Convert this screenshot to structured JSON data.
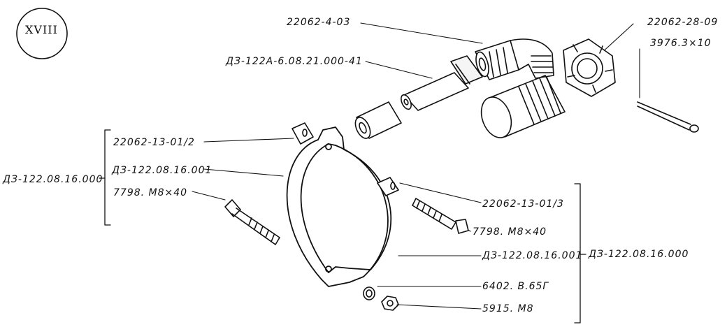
{
  "figure": {
    "section_numeral": "XVIII",
    "callouts": {
      "pipe_elbow": "22062-4-03",
      "castle_nut": "22062-28-09",
      "cotter_pin": "3976.3×10",
      "bolt_top": "ДЗ-122А-6.08.21.000-41",
      "sleeve_left": "22062-13-01/2",
      "clamp_left": "ДЗ-122.08.16.001",
      "bolt_left": "7798. М8×40",
      "assembly_left": "ДЗ-122.08.16.000",
      "sleeve_right": "22062-13-01/3",
      "bolt_right": "7798. М8×40",
      "clamp_right": "ДЗ-122.08.16.001",
      "assembly_right": "ДЗ-122.08.16.000",
      "washer": "6402. В.65Г",
      "nut": "5915. М8"
    }
  }
}
